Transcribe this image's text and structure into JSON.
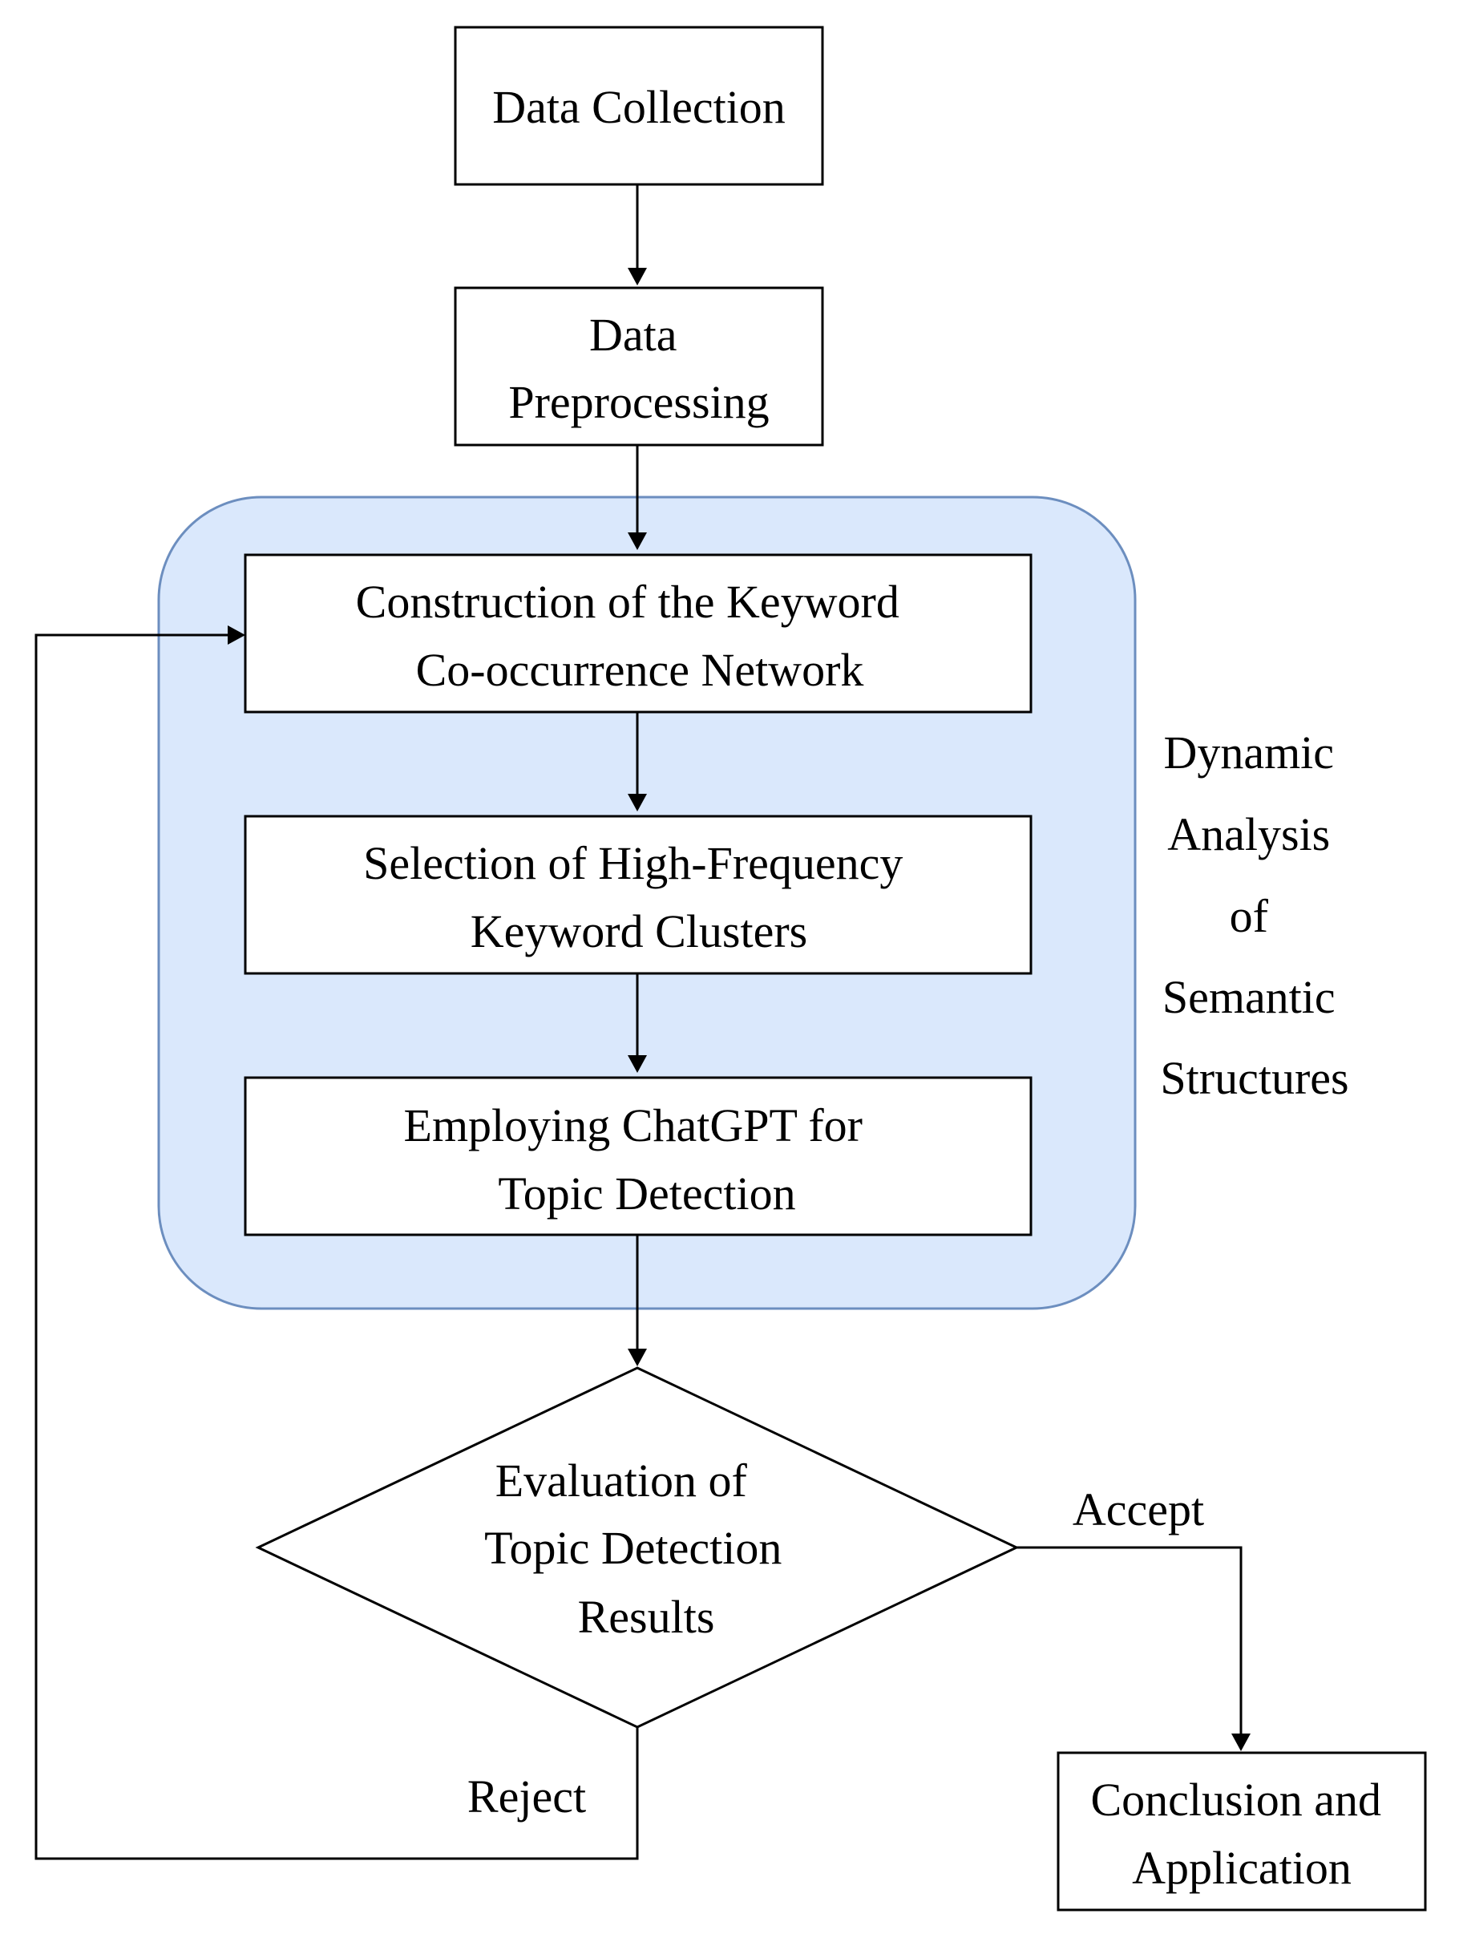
{
  "diagram": {
    "colors": {
      "stroke": "#000000",
      "group_fill": "#dae8fc",
      "group_stroke": "#6c8ebf",
      "box_fill": "#ffffff"
    },
    "nodes": {
      "data_collection": {
        "lines": [
          "Data Collection"
        ]
      },
      "data_preprocessing": {
        "lines": [
          "Data",
          "Preprocessing"
        ]
      },
      "keyword_network": {
        "lines": [
          "Construction of the Keyword",
          "Co-occurrence Network"
        ]
      },
      "keyword_clusters": {
        "lines": [
          "Selection of High-Frequency",
          "Keyword Clusters"
        ]
      },
      "chatgpt_detection": {
        "lines": [
          "Employing ChatGPT for",
          "Topic Detection"
        ]
      },
      "evaluation": {
        "lines": [
          "Evaluation of",
          "Topic Detection",
          "Results"
        ]
      },
      "conclusion": {
        "lines": [
          "Conclusion and",
          "Application"
        ]
      }
    },
    "group_label": {
      "lines": [
        "Dynamic",
        "Analysis",
        "of",
        "Semantic",
        "Structures"
      ]
    },
    "edge_labels": {
      "accept": "Accept",
      "reject": "Reject"
    }
  }
}
